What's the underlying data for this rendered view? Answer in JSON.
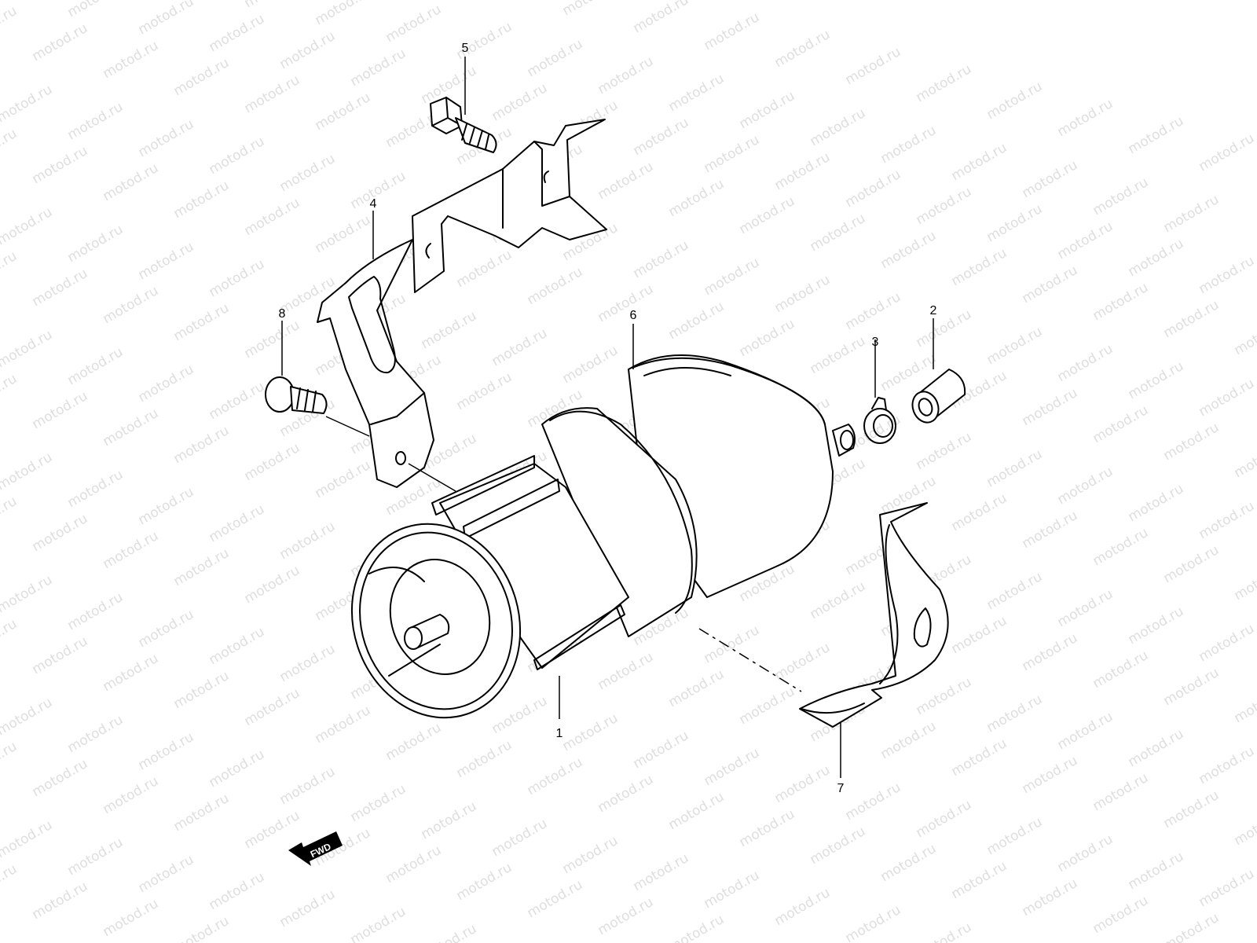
{
  "watermark": "motod.ru",
  "callouts": [
    {
      "num": "1"
    },
    {
      "num": "2"
    },
    {
      "num": "3"
    },
    {
      "num": "4"
    },
    {
      "num": "5"
    },
    {
      "num": "6"
    },
    {
      "num": "7"
    },
    {
      "num": "8"
    }
  ],
  "fwd_label": "FWD",
  "icons": {
    "direction": "fwd-arrow-icon"
  }
}
